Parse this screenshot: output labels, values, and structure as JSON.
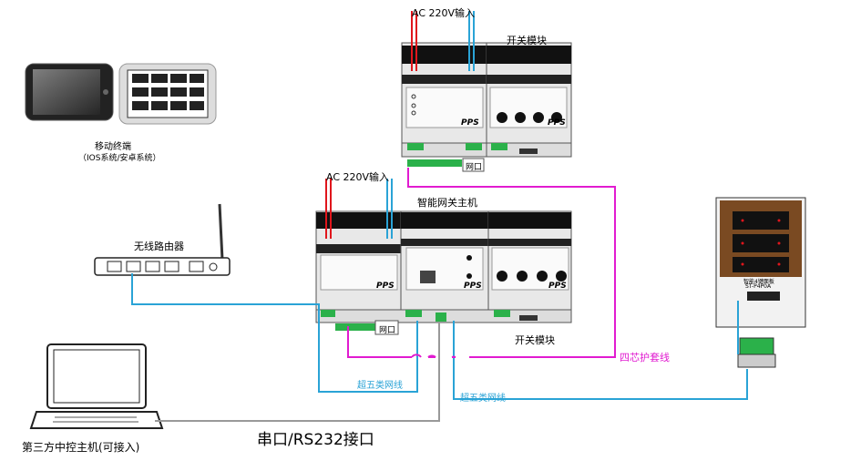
{
  "labels": {
    "ac_top": "AC 220V输入",
    "switch_module_top": "开关模块",
    "mobile_terminal": "移动终端",
    "mobile_terminal_note": "（IOS系统/安卓系统）",
    "ac_mid": "AC 220V输入",
    "gateway_host": "智能网关主机",
    "router": "无线路由器",
    "net_port_top": "网口",
    "net_port_mid": "网口",
    "switch_module_bottom": "开关模块",
    "four_core_cable": "四芯护套线",
    "cat5e_left": "超五类网线",
    "cat5e_right": "超五类网线",
    "serial_port": "串口/RS232接口",
    "third_party_host": "第三方中控主机(可接入)",
    "panel_text1": "智能4键面板",
    "panel_text2": "ST-P4P0A",
    "brand": "PPS"
  },
  "colors": {
    "power_red": "#e0161c",
    "power_blue": "#2aa3d6",
    "network_blue": "#2aa3d6",
    "bus_magenta": "#e11bd0",
    "serial_gray": "#999999",
    "terminal_green": "#2bb14a",
    "panel_wood": "#7a4a22"
  }
}
